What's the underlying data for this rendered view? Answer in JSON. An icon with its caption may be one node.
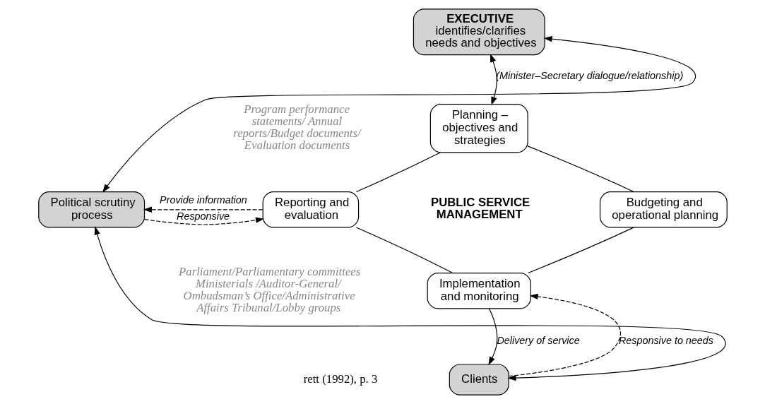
{
  "diagram": {
    "nodes": [
      {
        "text": [
          "EXECUTIVE",
          "identifies/clarifies needs and objectives"
        ]
      },
      {
        "text": [
          "Planning – objectives and strategies"
        ]
      },
      {
        "text": [
          "Budgeting and operational planning"
        ]
      },
      {
        "text": [
          "Implementation and monitoring"
        ]
      },
      {
        "text": [
          "Reporting and evaluation"
        ]
      },
      {
        "text": [
          "Political scrutiny process"
        ]
      },
      {
        "text": [
          "Clients"
        ]
      }
    ],
    "edges": [
      {
        "from": 0,
        "to": 1,
        "arrow": "both",
        "label": "(Minister–Secretary dialogue/relationship)"
      },
      {
        "from": 1,
        "to": 2,
        "arrow": "none"
      },
      {
        "from": 2,
        "to": 3,
        "arrow": "none"
      },
      {
        "from": 3,
        "to": 4,
        "arrow": "none"
      },
      {
        "from": 4,
        "to": 1,
        "arrow": "none"
      },
      {
        "from": 4,
        "to": 5,
        "arrow": "to",
        "label": "Provide information",
        "style": "dashed"
      },
      {
        "from": 5,
        "to": 4,
        "arrow": "to",
        "label": "Responsive",
        "style": "dashed"
      },
      {
        "from": 5,
        "to": 0,
        "arrow": "both"
      },
      {
        "from": 5,
        "to": 6,
        "arrow": "both"
      },
      {
        "from": 6,
        "to": 3,
        "arrow": "to",
        "label": "Responsive to needs",
        "style": "dashed"
      },
      {
        "from": 3,
        "to": 6,
        "arrow": "to",
        "label": "Delivery of service"
      }
    ],
    "labels": [
      "Program performance statements/ Annual reports/Budget documents/ Evaluation documents",
      "PUBLIC SERVICE MANAGEMENT",
      "Parliament/Parliamentary committees Ministerials /Auditor-General/ Ombudsman’s Office/Administrative Affairs Tribunal/Lobby groups",
      "rett (1992), p. 3"
    ]
  }
}
